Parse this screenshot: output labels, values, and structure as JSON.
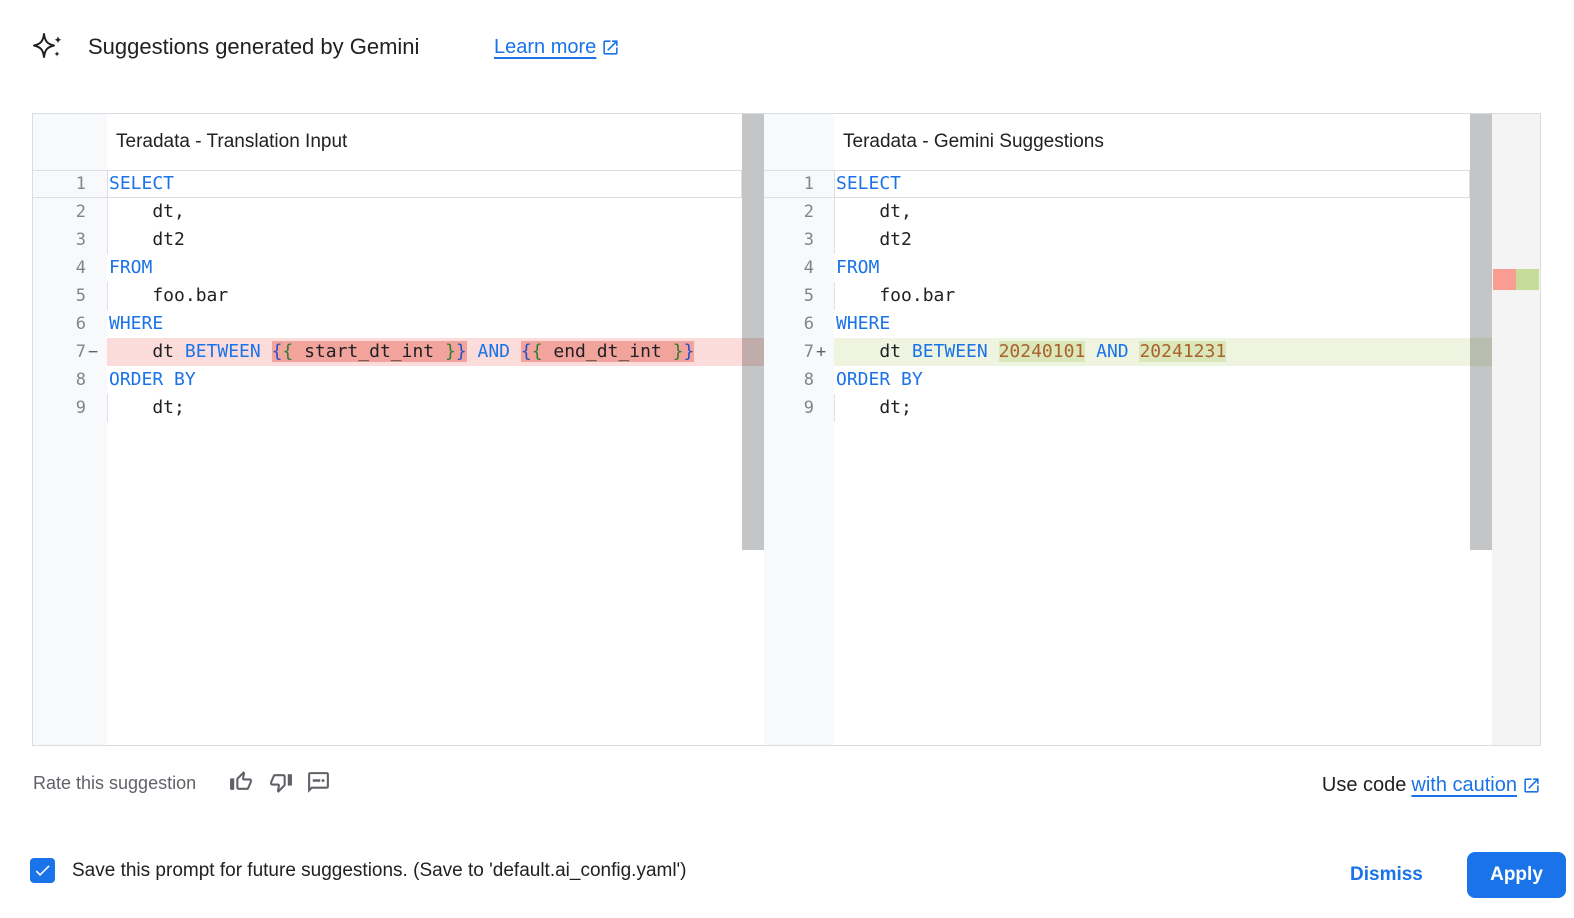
{
  "header": {
    "title": "Suggestions generated by Gemini",
    "learn_more": "Learn more"
  },
  "diff": {
    "editors": [
      {
        "title": "Teradata - Translation Input",
        "lines": [
          {
            "n": 1,
            "current": true,
            "tokens": [
              {
                "t": "SELECT",
                "c": "kw"
              }
            ]
          },
          {
            "n": 2,
            "guide": true,
            "tokens": [
              {
                "t": "    dt,",
                "c": "pl"
              }
            ]
          },
          {
            "n": 3,
            "guide": true,
            "tokens": [
              {
                "t": "    dt2",
                "c": "pl"
              }
            ]
          },
          {
            "n": 4,
            "tokens": [
              {
                "t": "FROM",
                "c": "kw"
              }
            ]
          },
          {
            "n": 5,
            "guide": true,
            "tokens": [
              {
                "t": "    foo.bar",
                "c": "pl"
              }
            ]
          },
          {
            "n": 6,
            "tokens": [
              {
                "t": "WHERE",
                "c": "kw"
              }
            ]
          },
          {
            "n": 7,
            "marker": "−",
            "diff": "del",
            "tokens": [
              {
                "t": "    dt ",
                "c": "pl"
              },
              {
                "t": "BETWEEN",
                "c": "kw"
              },
              {
                "t": " ",
                "c": "pl"
              },
              {
                "t": "{",
                "c": "bb",
                "seg": true
              },
              {
                "t": "{",
                "c": "bg",
                "seg": true
              },
              {
                "t": " start_dt_int ",
                "c": "pl",
                "seg": true
              },
              {
                "t": "}",
                "c": "bg",
                "seg": true
              },
              {
                "t": "}",
                "c": "bb",
                "seg": true
              },
              {
                "t": " ",
                "c": "pl"
              },
              {
                "t": "AND",
                "c": "kw"
              },
              {
                "t": " ",
                "c": "pl"
              },
              {
                "t": "{",
                "c": "bb",
                "seg": true
              },
              {
                "t": "{",
                "c": "bg",
                "seg": true
              },
              {
                "t": " end_dt_int ",
                "c": "pl",
                "seg": true
              },
              {
                "t": "}",
                "c": "bg",
                "seg": true
              },
              {
                "t": "}",
                "c": "bb",
                "seg": true
              }
            ]
          },
          {
            "n": 8,
            "tokens": [
              {
                "t": "ORDER BY",
                "c": "kw"
              }
            ]
          },
          {
            "n": 9,
            "guide": true,
            "tokens": [
              {
                "t": "    dt;",
                "c": "pl"
              }
            ]
          }
        ]
      },
      {
        "title": "Teradata - Gemini Suggestions",
        "lines": [
          {
            "n": 1,
            "current": true,
            "tokens": [
              {
                "t": "SELECT",
                "c": "kw"
              }
            ]
          },
          {
            "n": 2,
            "guide": true,
            "tokens": [
              {
                "t": "    dt,",
                "c": "pl"
              }
            ]
          },
          {
            "n": 3,
            "guide": true,
            "tokens": [
              {
                "t": "    dt2",
                "c": "pl"
              }
            ]
          },
          {
            "n": 4,
            "tokens": [
              {
                "t": "FROM",
                "c": "kw"
              }
            ]
          },
          {
            "n": 5,
            "guide": true,
            "tokens": [
              {
                "t": "    foo.bar",
                "c": "pl"
              }
            ]
          },
          {
            "n": 6,
            "tokens": [
              {
                "t": "WHERE",
                "c": "kw"
              }
            ]
          },
          {
            "n": 7,
            "marker": "+",
            "diff": "ins",
            "tokens": [
              {
                "t": "    dt ",
                "c": "pl"
              },
              {
                "t": "BETWEEN",
                "c": "kw"
              },
              {
                "t": " ",
                "c": "pl"
              },
              {
                "t": "20240101",
                "c": "num",
                "seg": true
              },
              {
                "t": " ",
                "c": "pl"
              },
              {
                "t": "AND",
                "c": "kw"
              },
              {
                "t": " ",
                "c": "pl"
              },
              {
                "t": "20241231",
                "c": "num",
                "seg": true
              }
            ]
          },
          {
            "n": 8,
            "tokens": [
              {
                "t": "ORDER BY",
                "c": "kw"
              }
            ]
          },
          {
            "n": 9,
            "guide": true,
            "tokens": [
              {
                "t": "    dt;",
                "c": "pl"
              }
            ]
          }
        ]
      }
    ]
  },
  "rate": {
    "label": "Rate this suggestion"
  },
  "use_code": {
    "prefix": "Use code",
    "link": "with caution"
  },
  "footer": {
    "save_label": "Save this prompt for future suggestions. (Save to 'default.ai_config.yaml')",
    "save_checked": true,
    "dismiss": "Dismiss",
    "apply": "Apply"
  },
  "colors": {
    "accent": "#1a73e8",
    "kw": "#1a73e8",
    "num": "#a9622b",
    "brblue": "#2451c9",
    "brgreen": "#2e7d32",
    "delline": "#fbdcda",
    "delseg": "#f2a49c",
    "insline": "#eff4e0",
    "insseg": "#dbe7ba",
    "rulerdel": "#f99c92",
    "rulerins": "#c6dd9a"
  }
}
